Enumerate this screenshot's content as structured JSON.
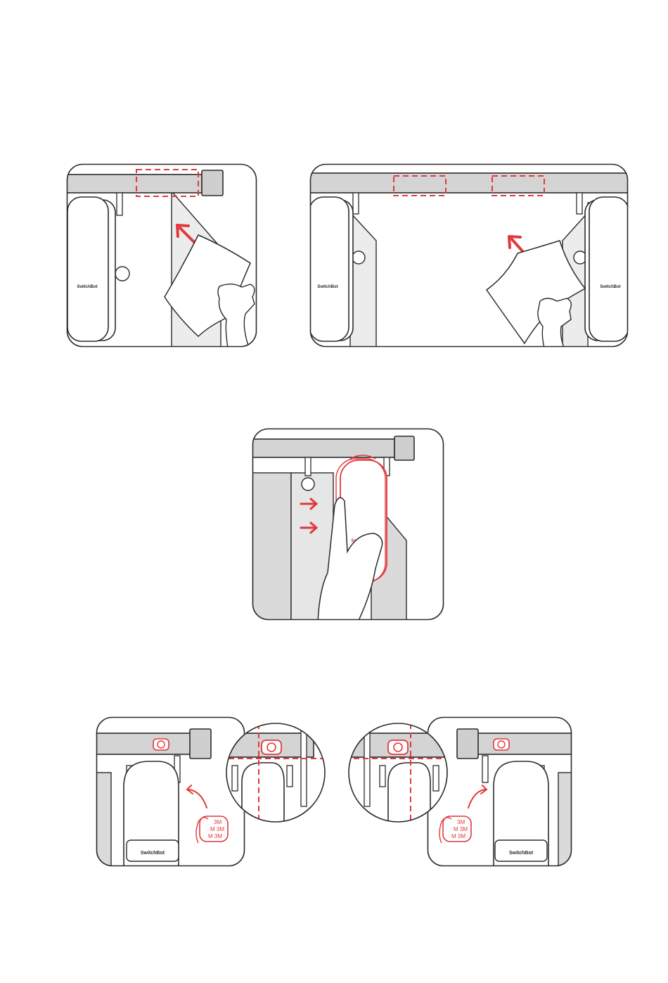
{
  "brand": {
    "device_label": "SwitchBot"
  },
  "stickers": {
    "left_lines": [
      "3M",
      "M 3M",
      "M 3M"
    ],
    "right_lines": [
      "3M",
      "M 3M",
      "M 3M"
    ]
  },
  "colors": {
    "accent": "#e0393e",
    "line": "#2b2b2b",
    "rail": "#d4d4d4",
    "shade": "#dadada",
    "panel_bg": "#ffffff"
  }
}
